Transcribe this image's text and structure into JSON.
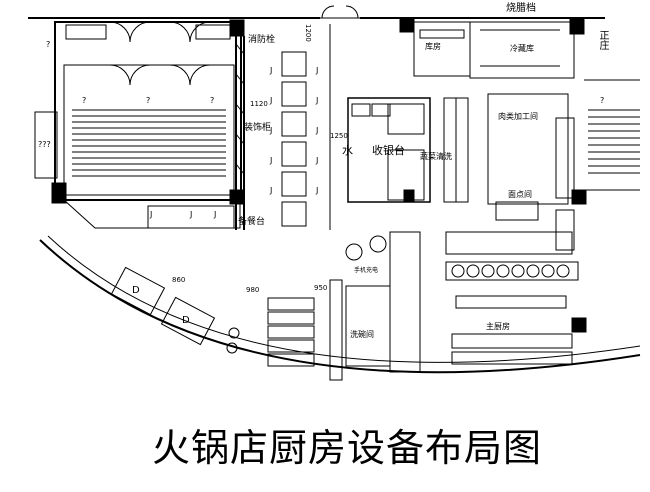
{
  "title": "火锅店厨房设备布局图",
  "rooms": {
    "bbq_stall": "烧腊档",
    "warehouse": "库房",
    "cold_storage": "冷藏库",
    "fire_hydrant": "消防栓",
    "decor_cabinet": "装饰柜",
    "cashier": "收银台",
    "water_bar": "水",
    "veg_wash": "蔬菜清洗",
    "meat_processing": "肉类加工间",
    "pastry": "面点间",
    "prep_table": "备餐台",
    "phone_charging": "手机充电",
    "dishwashing": "洗碗间",
    "main_kitchen": "主厨房",
    "corridor": "正庄",
    "unknown": "???"
  },
  "dimensions": {
    "d1200": "1200",
    "d1120": "1120",
    "d1250": "1250",
    "d860": "860",
    "d980": "980",
    "d950": "950"
  },
  "symbols": {
    "question": "?",
    "chair_j": "J",
    "chair_d": "D"
  },
  "colors": {
    "line": "#000000",
    "hatch": "#333333"
  }
}
